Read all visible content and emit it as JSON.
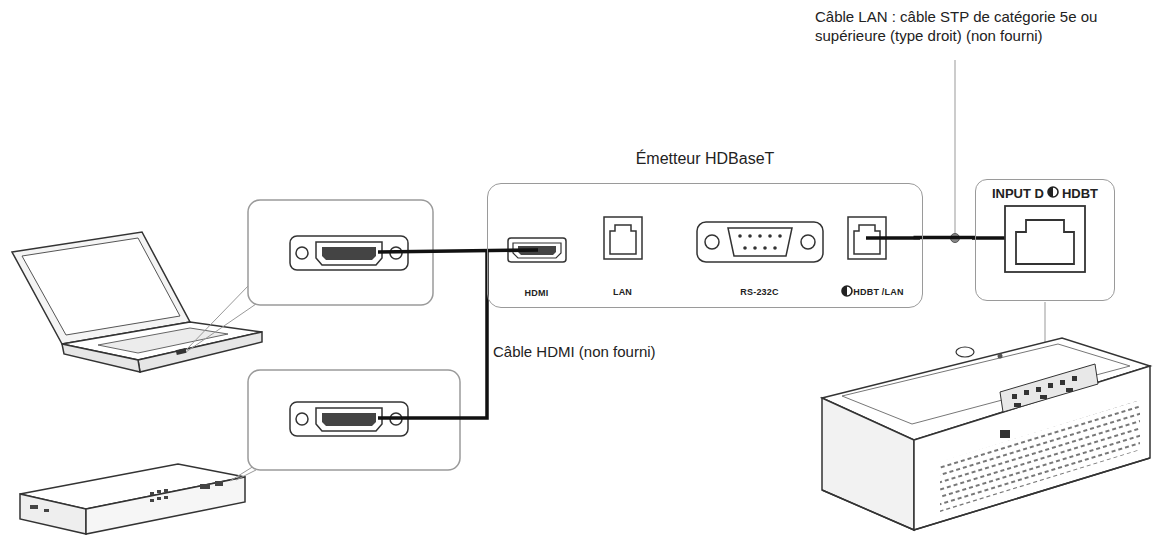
{
  "diagram": {
    "nodes": [
      {
        "text": [
          "Émetteur HDBaseT"
        ]
      },
      {
        "text": [
          "HDMI"
        ],
        "in": 0
      },
      {
        "text": [
          "LAN"
        ],
        "in": 0
      },
      {
        "text": [
          "RS-232C"
        ],
        "in": 0
      },
      {
        "text": [
          "HDBT /LAN"
        ],
        "in": 0
      },
      {
        "text": [
          "INPUT D",
          "HDBT"
        ]
      }
    ],
    "edges": [
      {
        "from": 4,
        "to": 5,
        "arrow": "none"
      }
    ],
    "labels": [
      "Câble LAN : câble STP de catégorie 5e ou supérieure (type droit) (non fourni)",
      "Câble HDMI (non fourni)"
    ]
  }
}
